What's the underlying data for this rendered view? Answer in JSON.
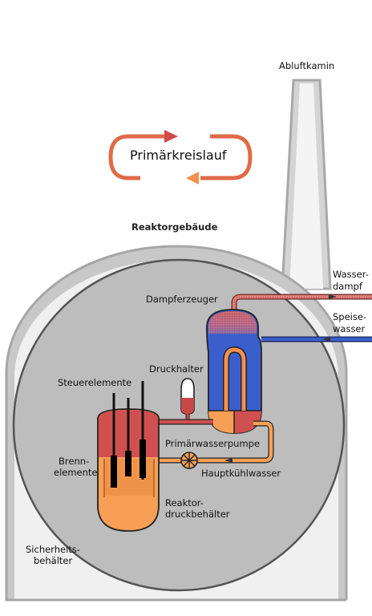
{
  "labels": {
    "abluftkamin": "Abluftkamin",
    "primaerkreislauf": "Primärkreislauf",
    "reaktorgebaeude": "Reaktorgebäude",
    "dampferzeuger": "Dampferzeuger",
    "wasserdampf_1": "Wasser-",
    "wasserdampf_2": "dampf",
    "speisewasser_1": "Speise-",
    "speisewasser_2": "wasser",
    "druckhalter": "Druckhalter",
    "steuerelemente": "Steuerelemente",
    "primaerwasserpumpe": "Primärwasserpumpe",
    "brennelemente_1": "Brenn-",
    "brennelemente_2": "elemente",
    "hauptkuehlwasser": "Hauptkühlwasser",
    "reaktordruckbehaelter_1": "Reaktor-",
    "reaktordruckbehaelter_2": "druckbehälter",
    "sicherheitsbehaelter_1": "Sicherheits-",
    "sicherheitsbehaelter_2": "behälter"
  },
  "colors": {
    "hot_water": "#d05050",
    "warm_water": "#f7a055",
    "cold_water": "#3a5fcd",
    "building": "#c8c8c8",
    "containment": "#bdbdbd",
    "chimney": "#d0d0d0"
  }
}
